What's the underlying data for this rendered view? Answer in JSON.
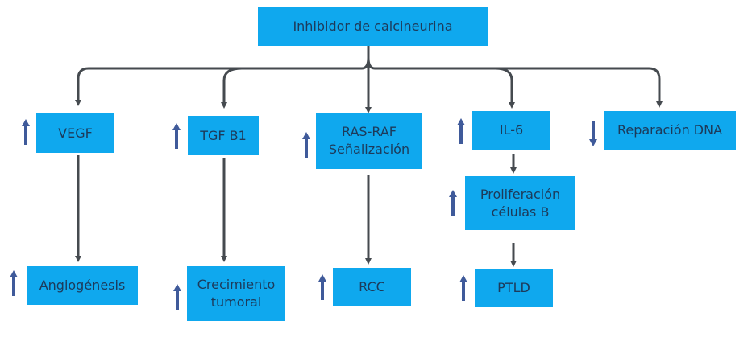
{
  "diagram": {
    "root": {
      "label": "Inhibidor de calcineurina"
    },
    "colors": {
      "box": "#0fa8ee",
      "text": "#1d3a5a",
      "connector": "#454a4f",
      "indicator": "#3f5a9a"
    },
    "branches": [
      {
        "id": "vegf",
        "label": "VEGF",
        "indicator": "up",
        "children": [
          {
            "label": "Angiogénesis",
            "indicator": "up"
          }
        ]
      },
      {
        "id": "tgfb1",
        "label": "TGF B1",
        "indicator": "up",
        "children": [
          {
            "label": "Crecimiento tumoral",
            "indicator": "up"
          }
        ]
      },
      {
        "id": "rasraf",
        "label": "RAS-RAF Señalización",
        "indicator": "up",
        "children": [
          {
            "label": "RCC",
            "indicator": "up"
          }
        ]
      },
      {
        "id": "il6",
        "label": "IL-6",
        "indicator": "up",
        "children": [
          {
            "label": "Proliferación células B",
            "indicator": "up"
          },
          {
            "label": "PTLD",
            "indicator": "up"
          }
        ]
      },
      {
        "id": "dna",
        "label": "Reparación DNA",
        "indicator": "down",
        "children": []
      }
    ]
  },
  "labels": {
    "root": "Inhibidor de calcineurina",
    "vegf": "VEGF",
    "tgfb1": "TGF B1",
    "rasraf_l1": "RAS-RAF",
    "rasraf_l2": "Señalización",
    "il6": "IL-6",
    "dna": "Reparación DNA",
    "angio": "Angiogénesis",
    "crec_l1": "Crecimiento",
    "crec_l2": "tumoral",
    "rcc": "RCC",
    "prolif_l1": "Proliferación",
    "prolif_l2": "células B",
    "ptld": "PTLD"
  }
}
